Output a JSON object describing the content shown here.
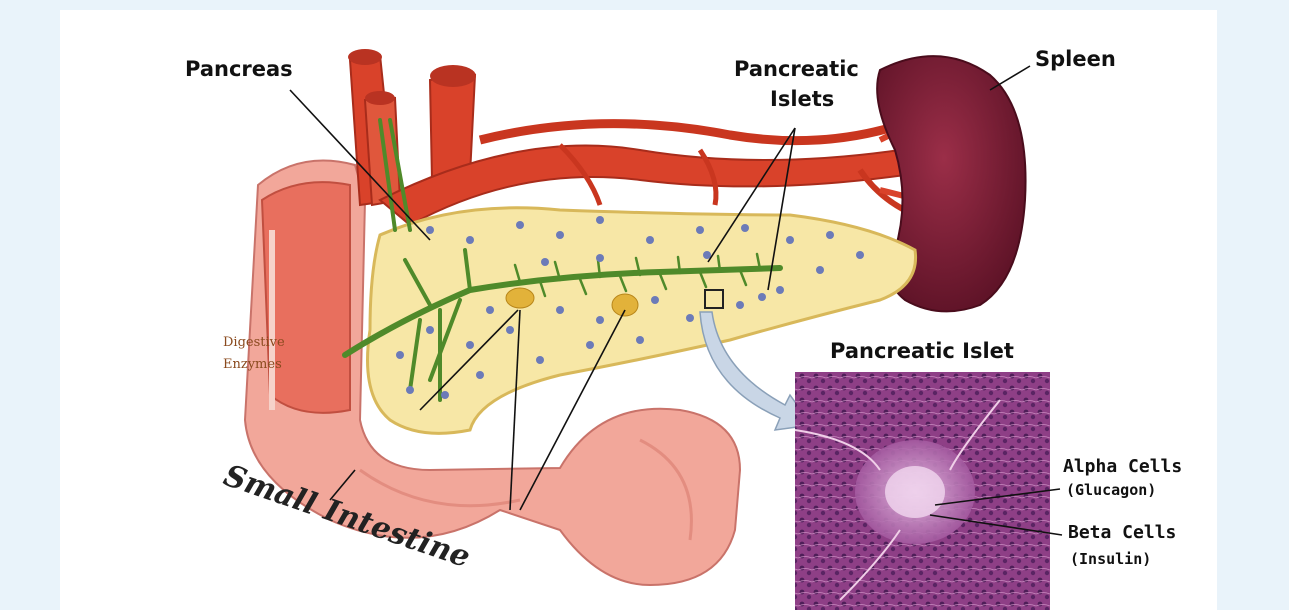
{
  "diagram": {
    "labels": {
      "pancreas": "Pancreas",
      "pancreatic_islets_line1": "Pancreatic",
      "pancreatic_islets_line2": "Islets",
      "spleen": "Spleen",
      "digestive_enzymes_line1": "Digestive",
      "digestive_enzymes_line2": "Enzymes",
      "pancreatic_islet": "Pancreatic Islet",
      "alpha_cells": "Alpha Cells",
      "glucagon": "(Glucagon)",
      "beta_cells": "Beta Cells",
      "insulin": "(Insulin)",
      "small_intestine": "Small Intestine"
    },
    "colors": {
      "background": "#e9f3fa",
      "panel": "#ffffff",
      "pancreas": "#f7e7a6",
      "intestine": "#f2a79a",
      "vessel": "#d9422a",
      "spleen": "#7a1f33",
      "duct": "#4f8a2a",
      "islet": "#6c7bb8",
      "micrograph": "#8a3f86"
    }
  }
}
